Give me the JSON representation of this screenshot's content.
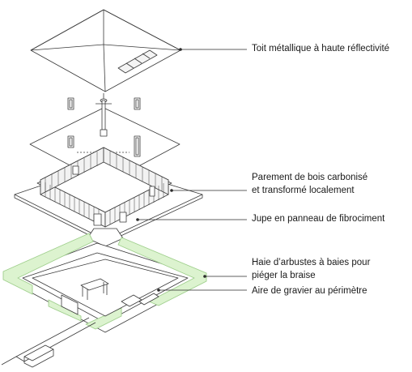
{
  "callouts": [
    {
      "id": "roof",
      "lines": [
        "Toit métallique à haute réflectivité"
      ]
    },
    {
      "id": "cladding",
      "lines": [
        "Parement de bois carbonisé",
        "et transformé localement"
      ]
    },
    {
      "id": "skirt",
      "lines": [
        "Jupe en panneau de fibrociment"
      ]
    },
    {
      "id": "hedge",
      "lines": [
        "Haie d’arbustes à baies pour",
        "piéger la braise"
      ]
    },
    {
      "id": "gravel",
      "lines": [
        "Aire de gravier au périmètre"
      ]
    }
  ],
  "colors": {
    "line": "#3a3a3a",
    "hedge_fill": "#dcf3cf",
    "hedge_stroke": "#9fcf8c",
    "background": "#ffffff"
  }
}
